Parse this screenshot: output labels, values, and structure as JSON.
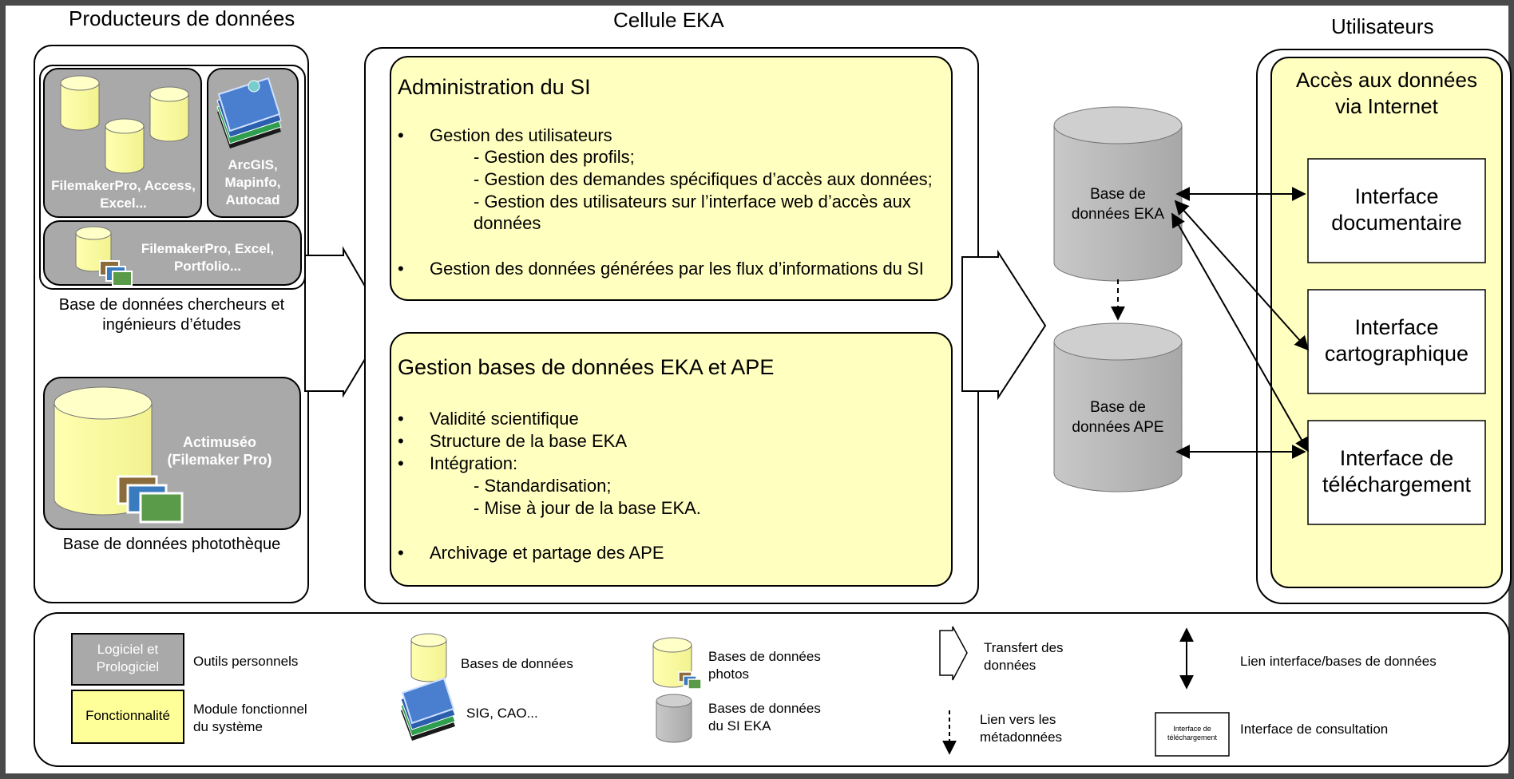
{
  "headers": {
    "producers": "Producteurs de données",
    "cell": "Cellule EKA",
    "users": "Utilisateurs"
  },
  "producers": {
    "db1_label_l1": "FilemakerPro, Access,",
    "db1_label_l2": "Excel...",
    "gis_label_l1": "ArcGIS,",
    "gis_label_l2": "Mapinfo,",
    "gis_label_l3": "Autocad",
    "db2_label_l1": "FilemakerPro, Excel,",
    "db2_label_l2": "Portfolio...",
    "group1_caption_l1": "Base de données chercheurs et",
    "group1_caption_l2": "ingénieurs d’études",
    "photo_label_l1": "Actimuséo",
    "photo_label_l2": "(Filemaker Pro)",
    "group2_caption": "Base de données photothèque"
  },
  "admin": {
    "title": "Administration du SI",
    "b1": "Gestion des utilisateurs",
    "s1": "- Gestion des profils;",
    "s2": "- Gestion des demandes spécifiques d’accès aux données;",
    "s3_l1": "- Gestion des utilisateurs sur l’interface web d’accès aux",
    "s3_l2": "données",
    "b2": "Gestion des données générées par les flux d’informations du SI"
  },
  "gestion": {
    "title": "Gestion bases de données EKA et APE",
    "b1": "Validité scientifique",
    "b2": "Structure de la base EKA",
    "b3": "Intégration:",
    "s1": "- Standardisation;",
    "s2": "- Mise à jour de la base EKA.",
    "b4": "Archivage et partage des APE"
  },
  "databases": {
    "eka_l1": "Base de",
    "eka_l2": "données EKA",
    "ape_l1": "Base de",
    "ape_l2": "données APE"
  },
  "users": {
    "access_l1": "Accès aux données",
    "access_l2": "via Internet",
    "doc_l1": "Interface",
    "doc_l2": "documentaire",
    "carto_l1": "Interface",
    "carto_l2": "cartographique",
    "dl_l1": "Interface de",
    "dl_l2": "téléchargement"
  },
  "legend": {
    "software_box_l1": "Logiciel et",
    "software_box_l2": "Prologiciel",
    "software_desc": "Outils personnels",
    "func_box": "Fonctionnalité",
    "func_desc_l1": "Module fonctionnel",
    "func_desc_l2": "du système",
    "db_desc": "Bases de données",
    "gis_desc": "SIG, CAO...",
    "photo_desc_l1": "Bases de données",
    "photo_desc_l2": "photos",
    "si_desc_l1": "Bases de données",
    "si_desc_l2": "du SI EKA",
    "transfer_desc_l1": "Transfert des",
    "transfer_desc_l2": "données",
    "meta_desc_l1": "Lien vers les",
    "meta_desc_l2": "métadonnées",
    "link_desc": "Lien interface/bases de données",
    "mini_box_l1": "Interface de",
    "mini_box_l2": "téléchargement",
    "consult_desc": "Interface de consultation"
  },
  "colors": {
    "yellow": "#FFFFC0",
    "gray": "#C0C0C0",
    "dark_gray": "#A9A9A9",
    "frame": "#4A4A4A"
  }
}
